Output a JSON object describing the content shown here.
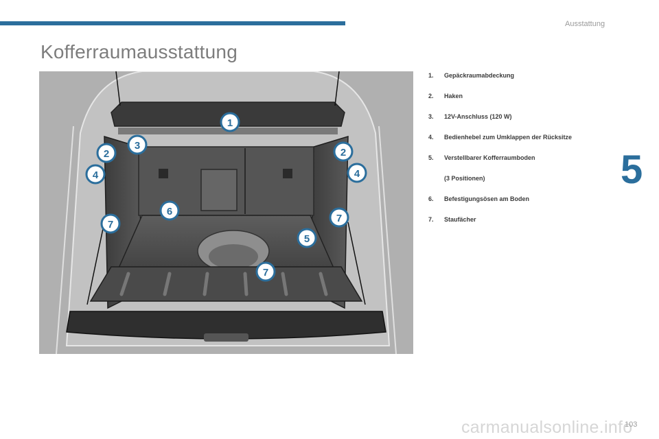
{
  "header": {
    "section_name": "Ausstattung",
    "accent_color": "#2b6e9c"
  },
  "page": {
    "title": "Kofferraumausstattung",
    "chapter_number": "5",
    "page_number": "103"
  },
  "figure": {
    "callouts": [
      "1",
      "2",
      "3",
      "2",
      "4",
      "4",
      "6",
      "7",
      "7",
      "5",
      "7"
    ]
  },
  "legend": {
    "items": [
      {
        "number": "1.",
        "label": "Gepäckraumabdeckung"
      },
      {
        "number": "2.",
        "label": "Haken"
      },
      {
        "number": "3.",
        "label": "12V-Anschluss (120 W)"
      },
      {
        "number": "4.",
        "label": "Bedienhebel zum Umklappen der Rücksitze"
      },
      {
        "number": "5.",
        "label": "Verstellbarer Kofferraumboden"
      },
      {
        "number": "",
        "label": "(3 Positionen)"
      },
      {
        "number": "6.",
        "label": "Befestigungsösen am Boden"
      },
      {
        "number": "7.",
        "label": "Staufächer"
      }
    ]
  },
  "watermark": "carmanualsonline.info"
}
